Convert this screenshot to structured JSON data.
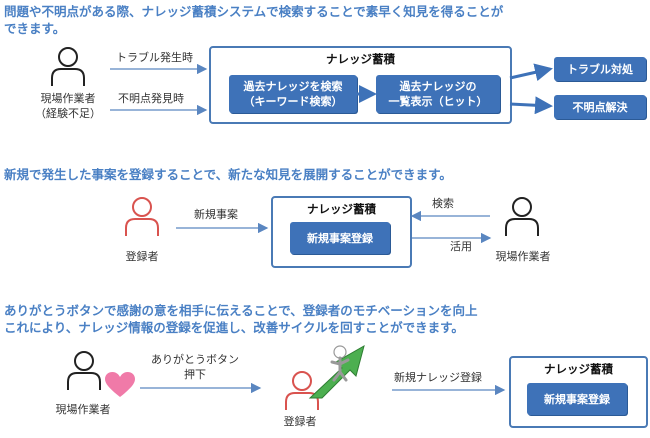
{
  "sections": [
    {
      "headline_lines": [
        "問題や不明点がある際、ナレッジ蓄積システムで検索することで素早く知見を得ることが",
        "できます。"
      ],
      "actor": {
        "name": "現場作業者",
        "note": "（経験不足）"
      },
      "arrow_labels": [
        "トラブル発生時",
        "不明点発見時"
      ],
      "panel_title": "ナレッジ蓄積",
      "steps": [
        [
          "過去ナレッジを検索",
          "（キーワード検索）"
        ],
        [
          "過去ナレッジの",
          "一覧表示（ヒット）"
        ]
      ],
      "outcomes": [
        "トラブル対処",
        "不明点解決"
      ]
    },
    {
      "headline_lines": [
        "新規で発生した事案を登録することで、新たな知見を展開することができます。"
      ],
      "registrant": "登録者",
      "arrow_label": "新規事案",
      "panel_title": "ナレッジ蓄積",
      "box": "新規事案登録",
      "search_label": "検索",
      "use_label": "活用",
      "worker": "現場作業者"
    },
    {
      "headline_lines": [
        "ありがとうボタンで感謝の意を相手に伝えることで、登録者のモチベーションを向上",
        "これにより、ナレッジ情報の登録を促進し、改善サイクルを回すことができます。"
      ],
      "worker": "現場作業者",
      "button_label_lines": [
        "ありがとうボタン",
        "押下"
      ],
      "registrant": "登録者",
      "arrow_label": "新規ナレッジ登録",
      "panel_title": "ナレッジ蓄積",
      "box": "新規事案登録"
    }
  ],
  "colors": {
    "headline": "#4a80c4",
    "box_fill": "#3e72b8",
    "panel_border": "#4a7ab5",
    "arrow": "#5a86c0",
    "person_dark": "#222222",
    "person_red": "#d9534f",
    "heart": "#f07aa8",
    "growth_arrow": "#4caf50"
  }
}
